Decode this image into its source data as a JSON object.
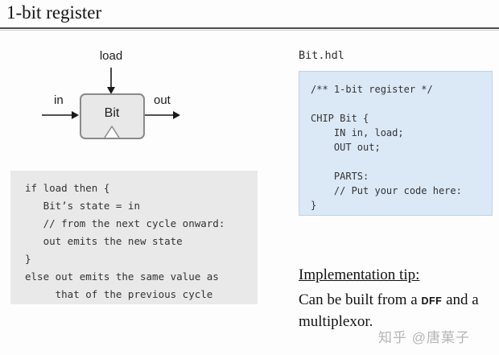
{
  "slide": {
    "title": "1-bit register"
  },
  "diagram": {
    "chip_label": "Bit",
    "input_label": "in",
    "output_label": "out",
    "load_label": "load"
  },
  "pseudocode": {
    "lines": [
      "if load then {",
      "   Bit’s state = in",
      "   // from the next cycle onward:",
      "   out emits the new state",
      "}",
      "else out emits the same value as",
      "     that of the previous cycle"
    ]
  },
  "hdl": {
    "filename": "Bit.hdl",
    "lines": [
      "/** 1-bit register */",
      "",
      "CHIP Bit {",
      "    IN in, load;",
      "    OUT out;",
      "",
      "    PARTS:",
      "    // Put your code here:",
      "}"
    ]
  },
  "tip": {
    "heading": "Implementation tip:",
    "body_prefix": "Can be built from a ",
    "dff": "DFF",
    "body_suffix": " and a multiplexor."
  },
  "watermark": "知乎 @唐菓子",
  "colors": {
    "slide_bg": "#fdfdfd",
    "pseudocode_bg": "#e9e9e9",
    "code_block_bg": "#dbe8f6",
    "chip_fill": "#e8e8e8",
    "chip_border": "#8a8a8a",
    "arrow_color": "#1a1a1a"
  }
}
